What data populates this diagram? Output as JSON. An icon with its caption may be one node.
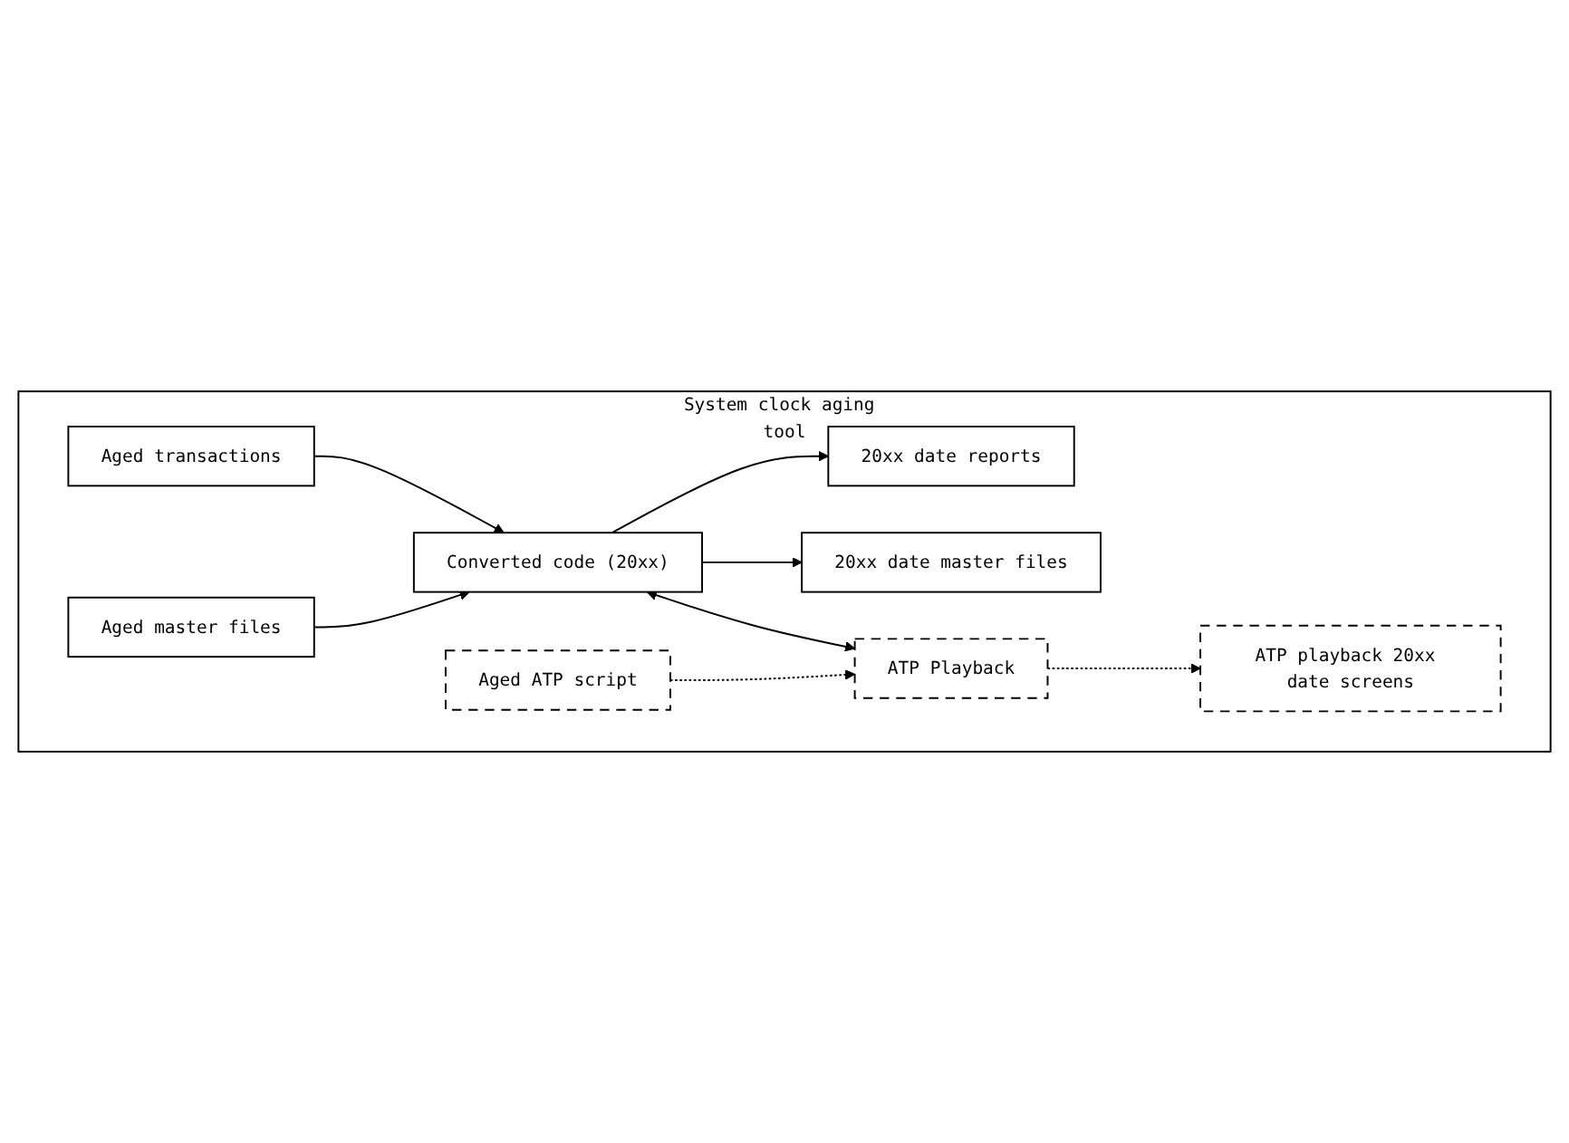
{
  "diagram": {
    "nodes": [
      {
        "text": [
          "System clock aging tool"
        ]
      },
      {
        "text": [
          "Aged transactions"
        ],
        "in": 0
      },
      {
        "text": [
          "Aged master files"
        ],
        "in": 0
      },
      {
        "text": [
          "Aged ATP script"
        ],
        "in": 0
      },
      {
        "text": [
          "Converted code (20xx)"
        ],
        "in": 0
      },
      {
        "text": [
          "ATP Playback"
        ],
        "in": 0
      },
      {
        "text": [
          "20xx date reports"
        ],
        "in": 0
      },
      {
        "text": [
          "20xx date master files"
        ],
        "in": 0
      },
      {
        "text": [
          "ATP playback 20xx date screens"
        ],
        "in": 0
      }
    ],
    "edges": [
      {
        "from": 1,
        "to": 4,
        "arrow": "to"
      },
      {
        "from": 2,
        "to": 4,
        "arrow": "to"
      },
      {
        "from": 4,
        "to": 6,
        "arrow": "to"
      },
      {
        "from": 4,
        "to": 7,
        "arrow": "to"
      },
      {
        "from": 4,
        "to": 5,
        "arrow": "both"
      },
      {
        "from": 3,
        "to": 5,
        "arrow": "to",
        "style": "dashed"
      },
      {
        "from": 5,
        "to": 8,
        "arrow": "to",
        "style": "dashed"
      }
    ]
  }
}
